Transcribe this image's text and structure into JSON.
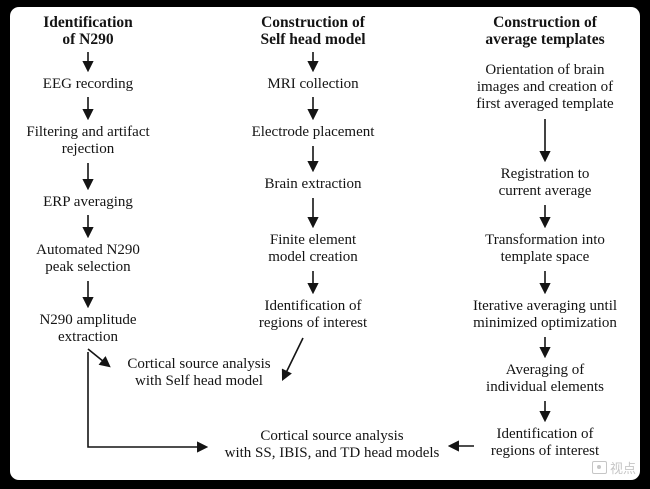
{
  "columns": [
    {
      "header": "Identification\nof N290",
      "items": [
        "EEG recording",
        "Filtering and artifact\nrejection",
        "ERP averaging",
        "Automated N290\npeak selection",
        "N290 amplitude\nextraction"
      ]
    },
    {
      "header": "Construction of\nSelf head model",
      "items": [
        "MRI collection",
        "Electrode placement",
        "Brain extraction",
        "Finite element\nmodel creation",
        "Identification of\nregions of interest"
      ]
    },
    {
      "header": "Construction of\naverage templates",
      "items": [
        "Orientation of brain\nimages and creation of\nfirst averaged template",
        "Registration to\ncurrent average",
        "Transformation into\ntemplate space",
        "Iterative averaging until\nminimized optimization",
        "Averaging of\nindividual elements",
        "Identification of\nregions of interest"
      ]
    }
  ],
  "merges": {
    "self_model": "Cortical source analysis\nwith Self head model",
    "all_models": "Cortical source analysis\nwith SS, IBIS, and TD head models"
  },
  "watermark": {
    "icon": "watermark-logo-icon",
    "text": "视点"
  },
  "colors": {
    "frame": "#000000",
    "paper": "#ffffff",
    "ink": "#141414",
    "watermark": "#c6c6c6"
  }
}
